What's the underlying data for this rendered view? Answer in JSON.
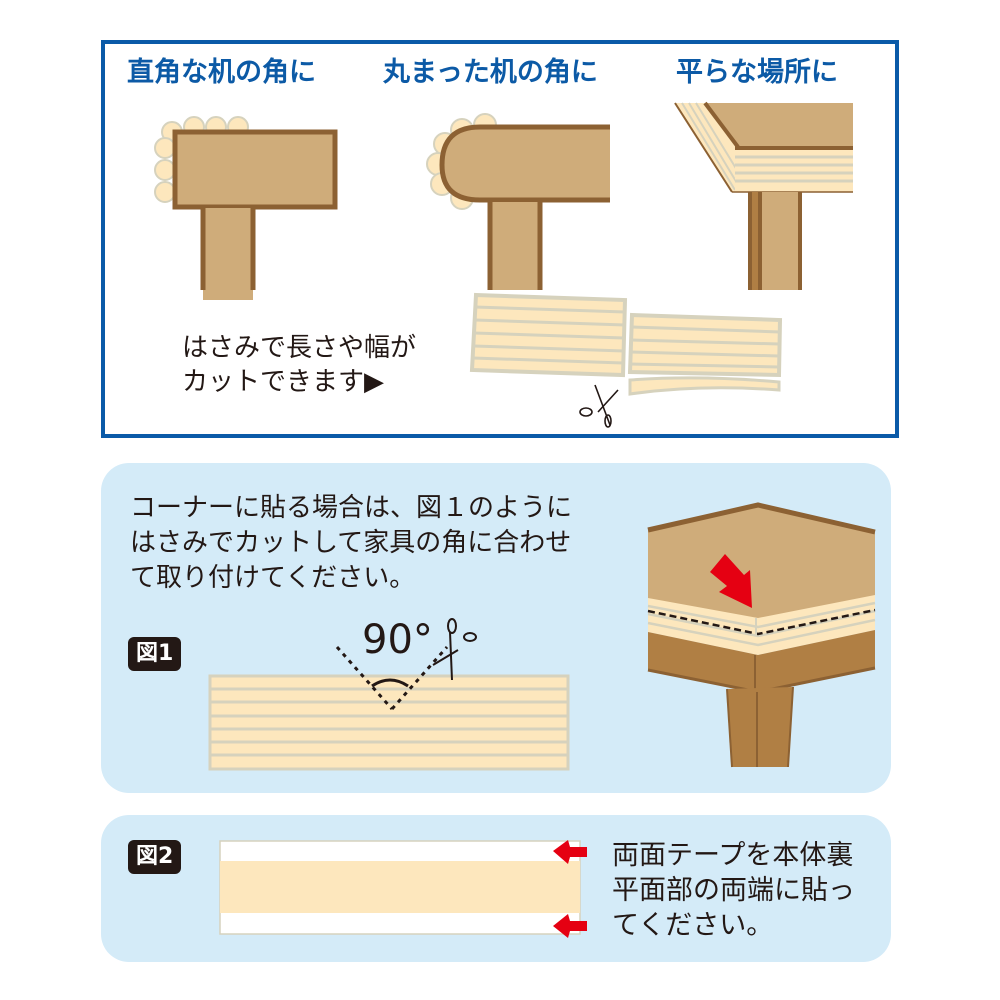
{
  "top_section": {
    "headings": [
      {
        "label": "直角な机の角に"
      },
      {
        "label": "丸まった机の角に"
      },
      {
        "label": "平らな場所に"
      }
    ],
    "cut_note": {
      "line1": "はさみで長さや幅が",
      "line2": "カットできます▶"
    },
    "icons": [
      "scissors-icon"
    ]
  },
  "corner_section": {
    "instruction": {
      "line1": "コーナーに貼る場合は、図１のように",
      "line2": "はさみでカットして家具の角に合わせ",
      "line3": "て取り付けてください。"
    },
    "figure_label": "図1",
    "angle_label": "90°",
    "icons": [
      "scissors-icon",
      "red-arrow-icon"
    ]
  },
  "tape_section": {
    "figure_label": "図2",
    "instruction": {
      "line1": "両面テープを本体裏",
      "line2": "平面部の両端に貼っ",
      "line3": "てください。"
    },
    "icons": [
      "red-arrow-icon",
      "red-arrow-icon"
    ]
  },
  "colors": {
    "frame_blue": "#0a5aa8",
    "heading_blue": "#0c5aa6",
    "panel_bg": "#d4ebf8",
    "wood": "#cfac7a",
    "wood_dark": "#8c6133",
    "wood_side": "#b07f44",
    "cushion": "#fde7bd",
    "cushion_line": "#d6d2bd",
    "arrow_red": "#e50012",
    "text_dark": "#231815"
  }
}
